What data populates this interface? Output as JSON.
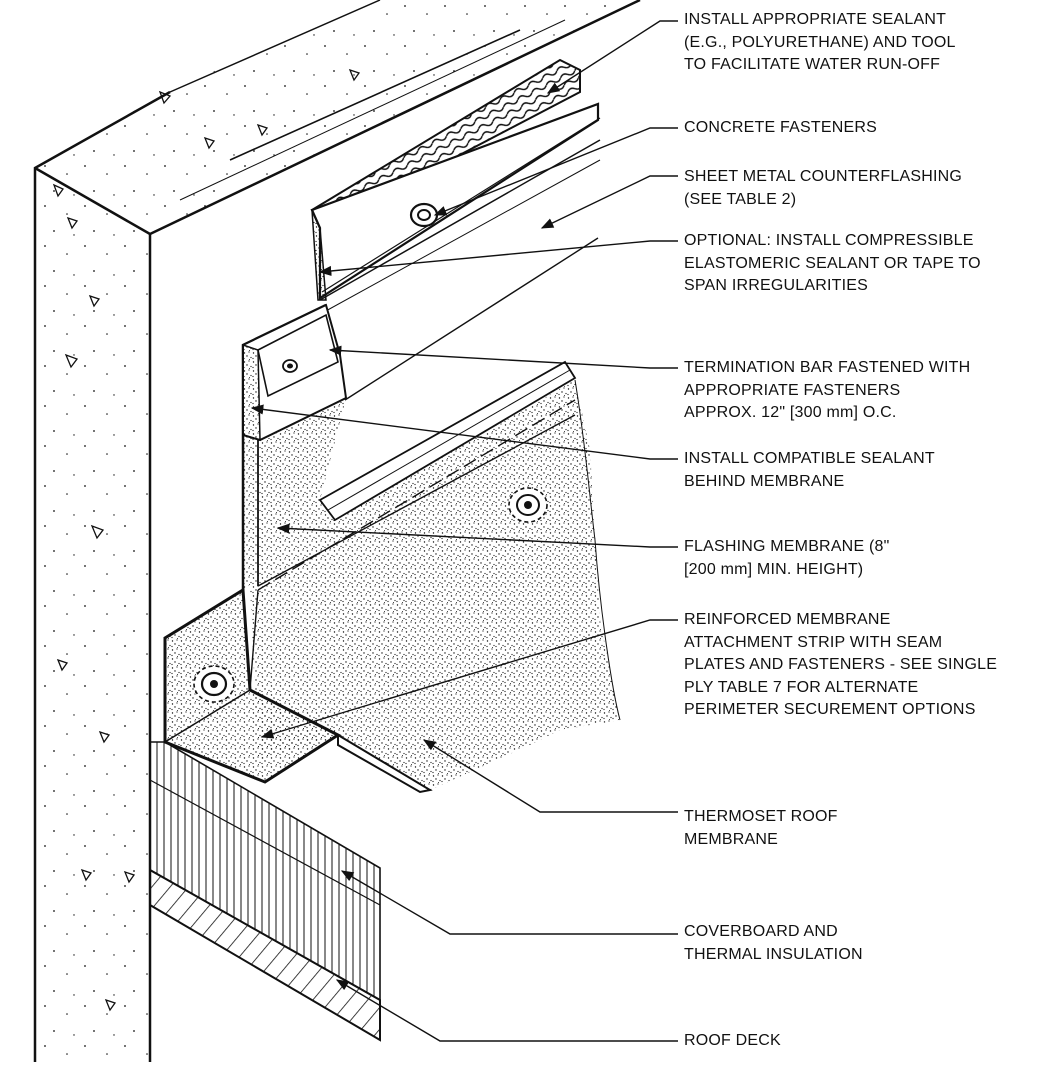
{
  "callouts": [
    {
      "id": "sealant-polyurethane",
      "lines": [
        "INSTALL APPROPRIATE SEALANT",
        "(E.G., POLYURETHANE) AND TOOL",
        "TO FACILITATE WATER RUN-OFF"
      ]
    },
    {
      "id": "concrete-fasteners",
      "lines": [
        "CONCRETE FASTENERS"
      ]
    },
    {
      "id": "counterflashing",
      "lines": [
        "SHEET METAL COUNTERFLASHING",
        "(SEE TABLE 2)"
      ]
    },
    {
      "id": "compressible-sealant",
      "lines": [
        "OPTIONAL: INSTALL COMPRESSIBLE",
        "ELASTOMERIC SEALANT OR TAPE TO",
        "SPAN IRREGULARITIES"
      ]
    },
    {
      "id": "termination-bar",
      "lines": [
        "TERMINATION BAR FASTENED WITH",
        "APPROPRIATE FASTENERS",
        "APPROX. 12\" [300 mm] O.C."
      ]
    },
    {
      "id": "compatible-sealant",
      "lines": [
        "INSTALL COMPATIBLE SEALANT",
        "BEHIND MEMBRANE"
      ]
    },
    {
      "id": "flashing-membrane",
      "lines": [
        "FLASHING MEMBRANE (8\"",
        "[200 mm] MIN. HEIGHT)"
      ]
    },
    {
      "id": "attachment-strip",
      "lines": [
        "REINFORCED MEMBRANE",
        "ATTACHMENT STRIP WITH SEAM",
        "PLATES AND FASTENERS - SEE SINGLE",
        "PLY TABLE 7 FOR ALTERNATE",
        "PERIMETER SECUREMENT OPTIONS"
      ]
    },
    {
      "id": "thermoset-membrane",
      "lines": [
        "THERMOSET ROOF",
        "MEMBRANE"
      ]
    },
    {
      "id": "coverboard",
      "lines": [
        "COVERBOARD AND",
        "THERMAL INSULATION"
      ]
    },
    {
      "id": "roof-deck",
      "lines": [
        "ROOF DECK"
      ]
    }
  ],
  "colors": {
    "ink": "#111111",
    "background": "#ffffff"
  }
}
